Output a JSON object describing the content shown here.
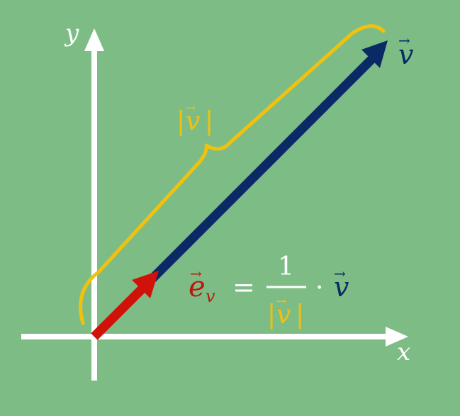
{
  "axes": {
    "x_label": "x",
    "y_label": "y"
  },
  "vector_label": "v",
  "vector_arrow_glyph": "→",
  "magnitude_label": {
    "bar": "|",
    "symbol": "v"
  },
  "formula": {
    "unit_symbol": "e",
    "unit_subscript": "v",
    "equals": "=",
    "numerator": "1",
    "denominator_bar": "|",
    "denominator_symbol": "v",
    "dot": "·",
    "rhs_symbol": "v"
  },
  "colors": {
    "background": "#7dbd85",
    "axes": "#ffffff",
    "vector": "#0a2a66",
    "unit_vector": "#d0120a",
    "brace": "#f2c10e",
    "formula_text": "#ffffff"
  }
}
